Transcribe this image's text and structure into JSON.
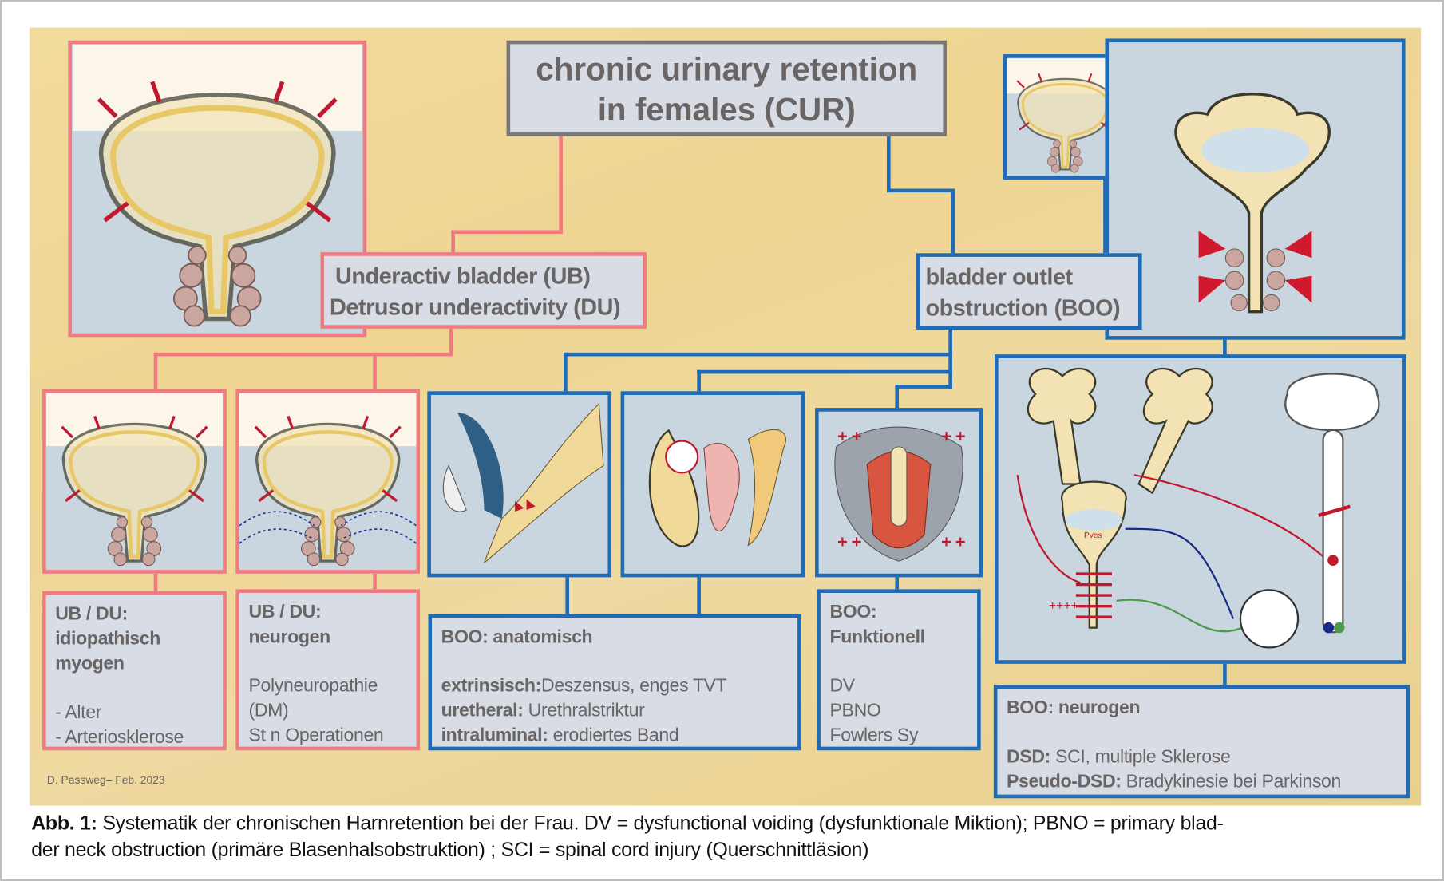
{
  "title": {
    "line1": "chronic urinary retention",
    "line2": "in females (CUR)"
  },
  "ub": {
    "line1": "Underactiv bladder (UB)",
    "line2": "Detrusor  underactivity (DU)"
  },
  "boo": {
    "line1": "bladder outlet",
    "line2": "obstruction (BOO)"
  },
  "boxes": {
    "idiopathic": {
      "h1": "UB / DU:",
      "h2": "idiopathisch",
      "h3": "myogen",
      "l1": "- Alter",
      "l2": "- Arteriosklerose"
    },
    "neurogenic_ub": {
      "h1": "UB / DU:",
      "h2": "neurogen",
      "l1": "Polyneuropathie",
      "l2": "(DM)",
      "l3": "St n Operationen"
    },
    "anatomic": {
      "h1": "BOO: anatomisch",
      "k1": "extrinsisch:",
      "v1": "Deszensus,  enges TVT",
      "k2": "uretheral:",
      "v2": " Urethralstriktur",
      "k3": "intraluminal:",
      "v3": " erodiertes Band"
    },
    "functional": {
      "h1": "BOO:",
      "h2": "Funktionell",
      "l1": "DV",
      "l2": "PBNO",
      "l3": "Fowlers Sy"
    },
    "neurogenic_boo": {
      "h1": "BOO: neurogen",
      "k1": "DSD:",
      "v1": " SCI, multiple Sklerose",
      "k2": "Pseudo-DSD:",
      "v2": " Bradykinesie bei Parkinson"
    }
  },
  "illustration_labels": {
    "pves": "Pves",
    "plus": "++++"
  },
  "credit": "D. Passweg– Feb. 2023",
  "caption": {
    "label": "Abb. 1:",
    "line1": " Systematik der chronischen Harnretention bei der Frau. DV = dysfunctional voiding (dysfunktionale Miktion); PBNO = primary blad-",
    "line2": "der neck obstruction (primäre Blasenhalsobstruktion) ; SCI = spinal cord injury (Querschnittläsion)"
  },
  "colors": {
    "ub_branch": "#f07a82",
    "boo_branch": "#1f6bb5",
    "root": "#7a7777",
    "background": "#f0d592",
    "box_fill": "#d8dce5"
  }
}
